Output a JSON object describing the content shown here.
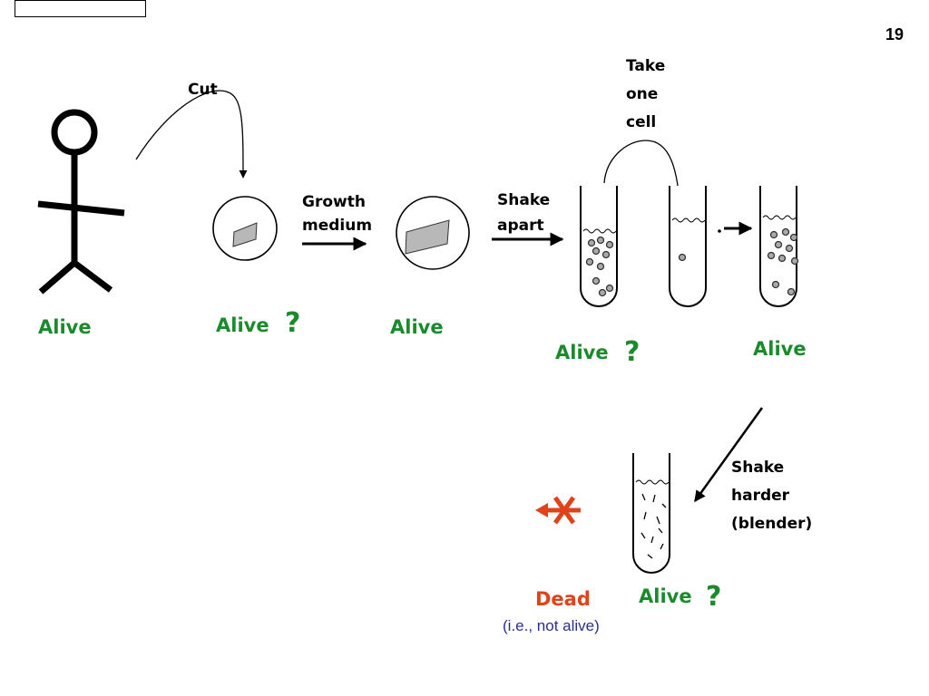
{
  "page": {
    "number": "19"
  },
  "labels": {
    "cut": "Cut",
    "growth_1": "Growth",
    "growth_2": "medium",
    "shake_apart_1": "Shake",
    "shake_apart_2": "apart",
    "take_1": "Take",
    "take_2": "one",
    "take_3": "cell",
    "shake_harder_1": "Shake",
    "shake_harder_2": "harder",
    "shake_harder_3": "(blender)",
    "alive": "Alive",
    "question": "?",
    "dead": "Dead",
    "not_alive": "(i.e., not alive)"
  },
  "colors": {
    "alive_green": "#1a8a2a",
    "dead_red": "#e0421a",
    "note_blue": "#2a2f8f"
  }
}
